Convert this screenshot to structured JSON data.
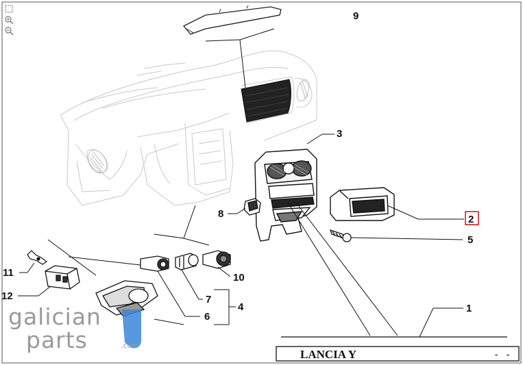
{
  "toolbar": {
    "icons": [
      "fit-icon",
      "zoom-in-icon",
      "zoom-out-icon"
    ]
  },
  "callouts": {
    "p1": "1",
    "p2": "2",
    "p3": "3",
    "p4": "4",
    "p5": "5",
    "p6": "6",
    "p7": "7",
    "p8": "8",
    "p9": "9",
    "p10": "10",
    "p11": "11",
    "p12": "12"
  },
  "highlighted_part": "2",
  "highlight_color": "#cc1111",
  "logo": {
    "line1": "galician",
    "line2": "parts",
    "suffix": ".com",
    "color": "#9a9a9a",
    "accent": "#3a86d8"
  },
  "title_block": {
    "model": "LANCIA Y",
    "code": "- -"
  }
}
